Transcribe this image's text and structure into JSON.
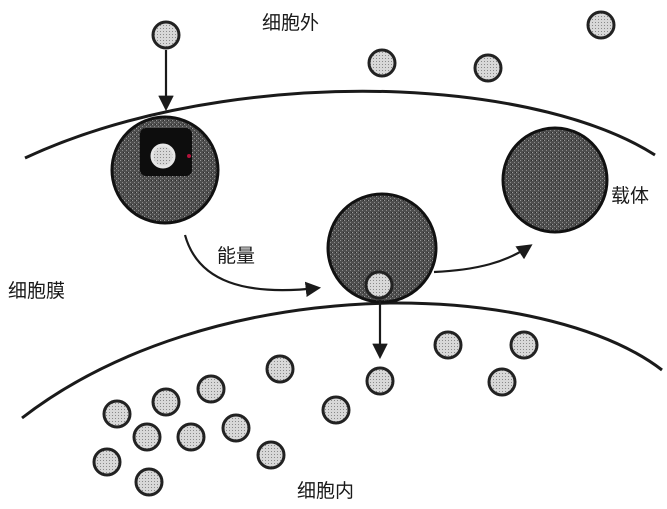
{
  "labels": {
    "outside": "细胞外",
    "membrane": "细胞膜",
    "inside": "细胞内",
    "carrier": "载体",
    "energy": "能量"
  },
  "colors": {
    "ink": "#1a1a1a",
    "carrier_fill": "#5a5a5a",
    "particle_ring": "#222222",
    "particle_core": "#d9d9d9",
    "binding_highlight": "#b0123a"
  }
}
